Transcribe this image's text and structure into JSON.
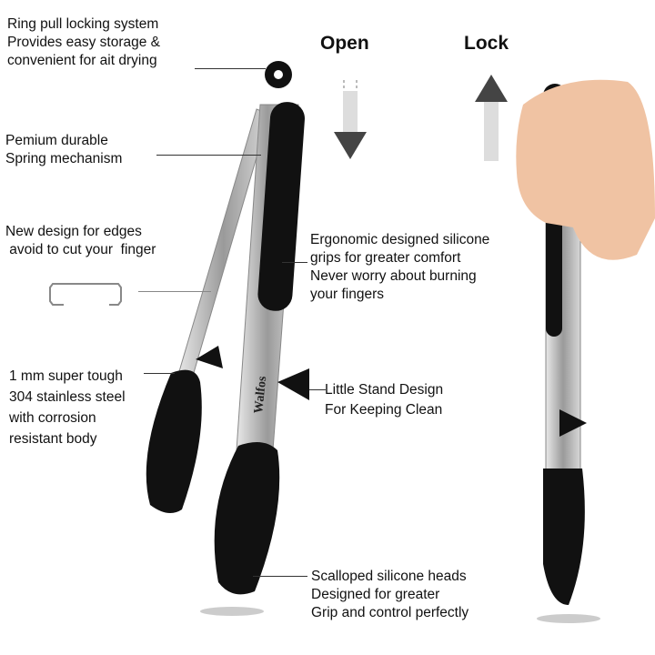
{
  "headers": {
    "open": "Open",
    "lock": "Lock"
  },
  "brand": "Walfos",
  "callouts": {
    "ring": [
      "Ring pull locking system",
      "Provides easy storage &",
      "convenient for ait drying"
    ],
    "spring": [
      "Pemium durable",
      "Spring mechanism"
    ],
    "edges": [
      "New design for edges",
      " avoid to cut your  finger"
    ],
    "steel": [
      "1 mm super tough",
      "304 stainless steel",
      "with corrosion",
      "resistant body"
    ],
    "grips": [
      "Ergonomic designed silicone",
      "grips for greater comfort",
      "Never worry about burning",
      "your fingers"
    ],
    "stand": [
      "Little Stand Design",
      "For Keeping Clean"
    ],
    "heads": [
      "Scalloped silicone heads",
      "Designed for greater",
      "Grip and control perfectly"
    ]
  },
  "colors": {
    "silicone": "#111111",
    "steel": "#b8b8b8",
    "skin": "#f0c3a3"
  }
}
